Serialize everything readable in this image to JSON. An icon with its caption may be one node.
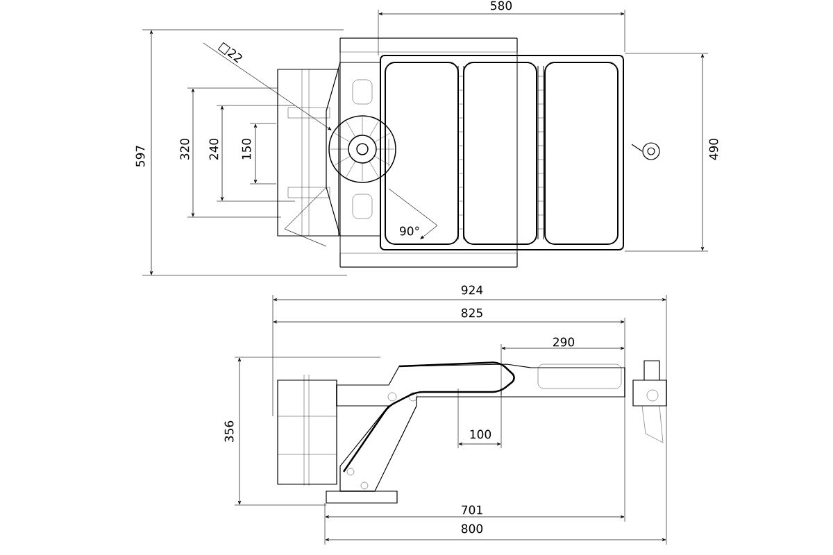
{
  "diagram": {
    "labels": [
      "580",
      "□22",
      "597",
      "320",
      "240",
      "150",
      "490",
      "90°",
      "924",
      "825",
      "290",
      "100",
      "356",
      "701",
      "800"
    ]
  }
}
